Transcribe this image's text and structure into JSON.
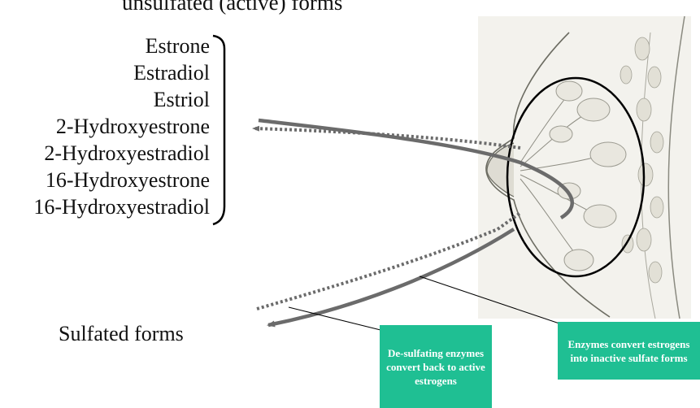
{
  "header": {
    "text": "unsulfated (active) forms"
  },
  "estrogens": [
    "Estrone",
    "Estradiol",
    "Estriol",
    "2-Hydroxyestrone",
    "2-Hydroxyestradiol",
    "16-Hydroxyestrone",
    "16-Hydroxyestradiol"
  ],
  "sulfated_label": "Sulfated forms",
  "callouts": {
    "desulfating": "De-sulfating enzymes convert back to active estrogens",
    "sulfating": "Enzymes convert estrogens into inactive sulfate forms"
  },
  "colors": {
    "callout_bg": "#1fbf93",
    "callout_text": "#ffffff",
    "arrow": "#6b6b6b"
  }
}
